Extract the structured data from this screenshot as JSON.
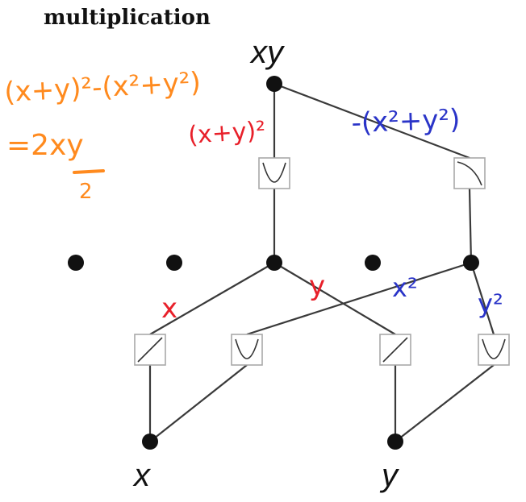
{
  "title": "multiplication",
  "labels": {
    "output": "xy",
    "input_x": "x",
    "input_y": "y"
  },
  "annotations": {
    "equation_line1": "(x+y)²-(x²+y²)",
    "equation_line2": "=2xy",
    "equation_line3": "2",
    "sum_squared": "(x+y)²",
    "minus_sum_of_squares": "-(x²+y²)",
    "edge_x": "x",
    "edge_y": "y",
    "edge_x_squared": "x²",
    "edge_y_squared": "y²"
  },
  "colors": {
    "orange": "#ff8a1e",
    "red": "#e8202a",
    "blue": "#2a34c8"
  },
  "icons": {
    "square_activation": "parabola-icon",
    "identity_activation": "diagonal-line-icon",
    "negative_square_activation": "descending-curve-icon"
  }
}
